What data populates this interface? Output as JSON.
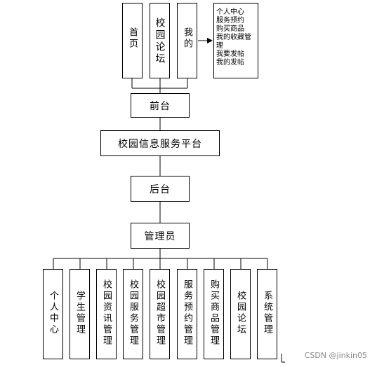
{
  "top_nav": [
    {
      "label": "首页"
    },
    {
      "label": "校园论坛"
    },
    {
      "label": "我的"
    }
  ],
  "my_menu": [
    "个人中心",
    "服务预约",
    "购买商品",
    "我的收藏管",
    "理",
    "我要发帖",
    "我的发帖"
  ],
  "frontend": {
    "label": "前台"
  },
  "platform": {
    "label": "校园信息服务平台"
  },
  "backend": {
    "label": "后台"
  },
  "admin": {
    "label": "管理员"
  },
  "modules": [
    {
      "label": "个人中心"
    },
    {
      "label": "学生管理"
    },
    {
      "label": "校园资讯管理"
    },
    {
      "label": "校园服务管理"
    },
    {
      "label": "校园超市管理"
    },
    {
      "label": "服务预约管理"
    },
    {
      "label": "购买商品管理"
    },
    {
      "label": "校园论坛"
    },
    {
      "label": "系统管理"
    }
  ],
  "watermark": "CSDN @jinkin05"
}
